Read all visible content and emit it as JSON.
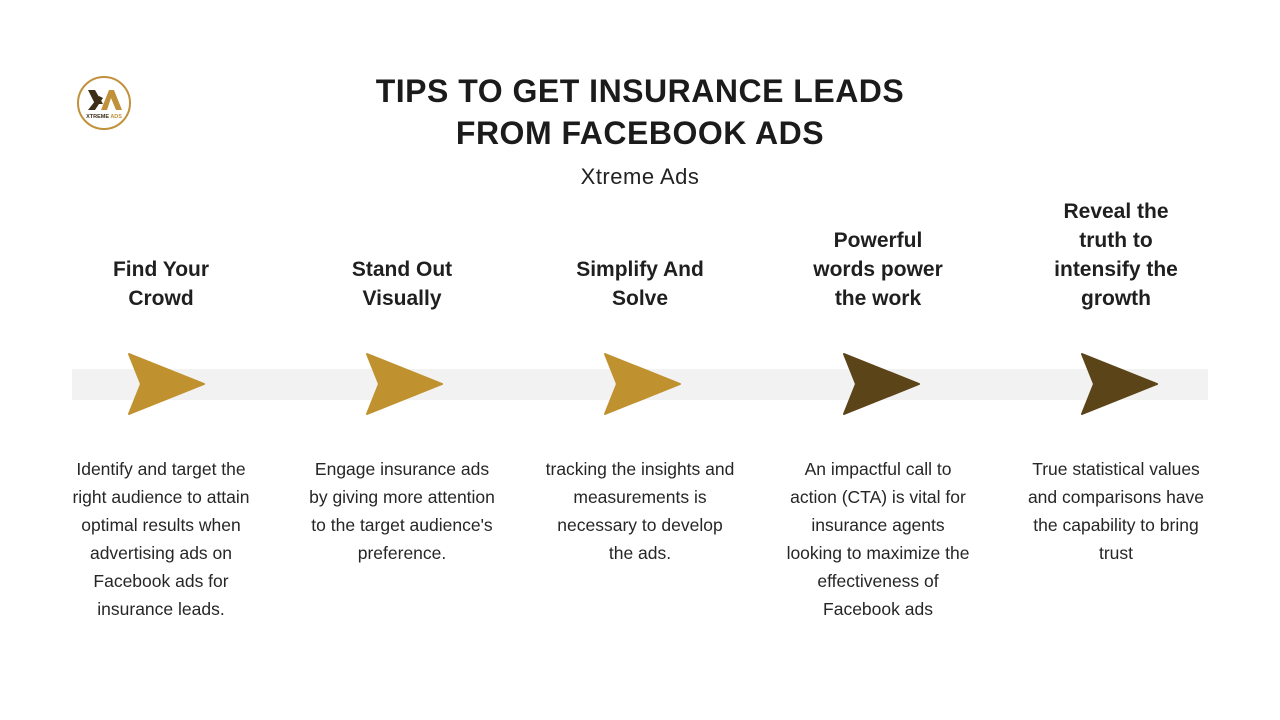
{
  "logo": {
    "monogram": "XA",
    "wordmark_left": "XTREME",
    "wordmark_right": "ADS",
    "color": "#c0913a",
    "dark_color": "#3d2e17"
  },
  "header": {
    "title_line1": "TIPS TO GET INSURANCE LEADS",
    "title_line2": "FROM FACEBOOK ADS",
    "subtitle": "Xtreme Ads"
  },
  "colors": {
    "gold": "#c0912f",
    "brown": "#5c4419",
    "track": "#f2f2f2"
  },
  "steps": [
    {
      "title": "Find Your Crowd",
      "title_lines": [
        "Find Your",
        "Crowd"
      ],
      "arrow_color": "gold",
      "description": "Identify and target the right audience to attain optimal results when advertising ads on Facebook ads for insurance leads."
    },
    {
      "title": "Stand Out Visually",
      "title_lines": [
        "Stand Out",
        "Visually"
      ],
      "arrow_color": "gold",
      "description": "Engage insurance ads by giving more attention to the target audience's preference."
    },
    {
      "title": "Simplify And Solve",
      "title_lines": [
        "Simplify And",
        "Solve"
      ],
      "arrow_color": "gold",
      "description": "tracking the insights and measurements is necessary to develop the ads."
    },
    {
      "title": "Powerful words power the work",
      "title_lines": [
        "Powerful",
        "words power",
        "the work"
      ],
      "arrow_color": "brown",
      "description": "An impactful call to action (CTA) is vital for insurance agents looking to maximize the effectiveness of Facebook ads"
    },
    {
      "title": "Reveal the truth to intensify the growth",
      "title_lines": [
        "Reveal the",
        "truth to",
        "intensify the",
        "growth"
      ],
      "arrow_color": "brown",
      "description": "True statistical values and comparisons have the capability to bring trust"
    }
  ]
}
